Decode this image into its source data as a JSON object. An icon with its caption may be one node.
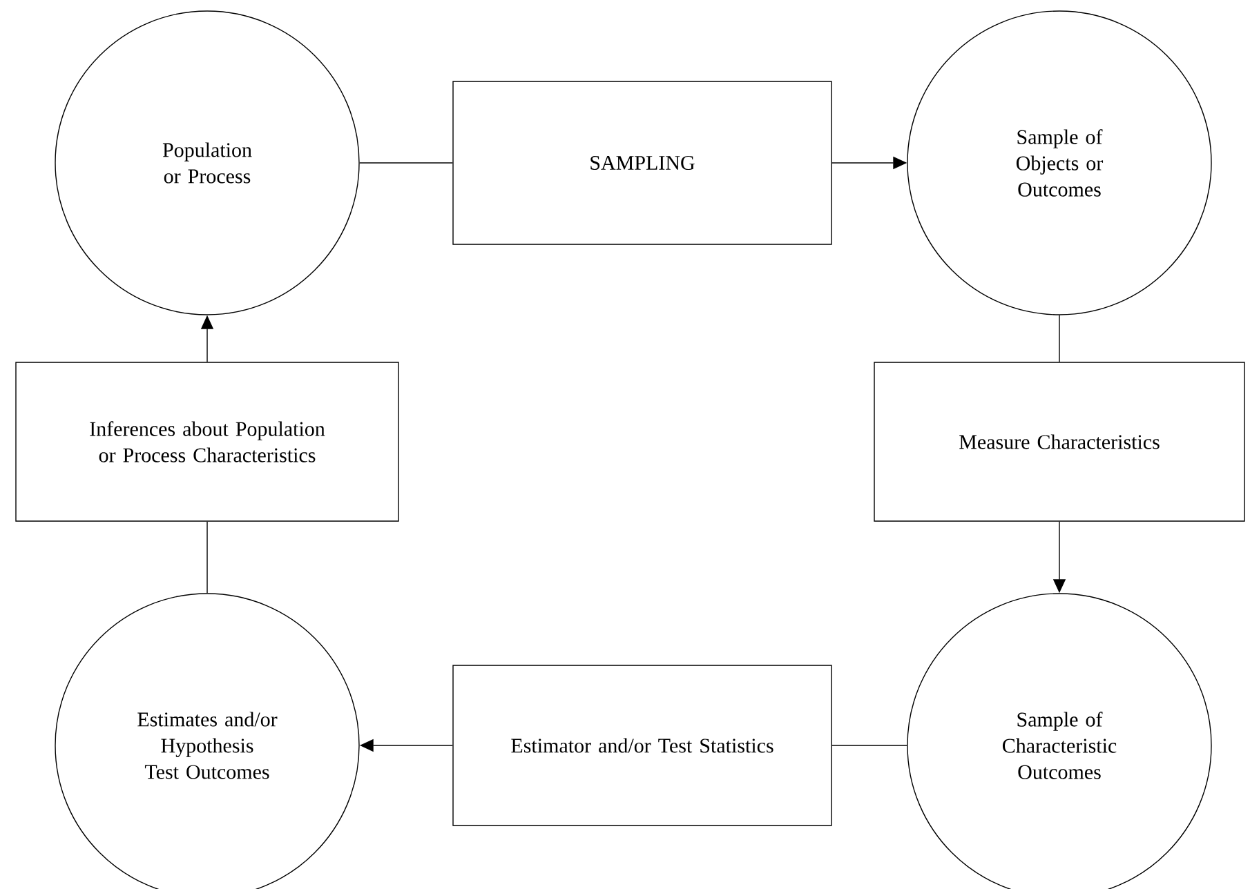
{
  "diagram": {
    "nodes": [
      {
        "text": [
          "Population or Process"
        ]
      },
      {
        "text": [
          "SAMPLING"
        ]
      },
      {
        "text": [
          "Sample of Objects or Outcomes"
        ]
      },
      {
        "text": [
          "Inferences about Population or Process Characteristics"
        ]
      },
      {
        "text": [
          "Measure Characteristics"
        ]
      },
      {
        "text": [
          "Estimates and/or Hypothesis Test Outcomes"
        ]
      },
      {
        "text": [
          "Estimator and/or Test Statistics"
        ]
      },
      {
        "text": [
          "Sample of Characteristic Outcomes"
        ]
      }
    ],
    "edges": [
      {
        "from": 0,
        "to": 1,
        "arrow": "none"
      },
      {
        "from": 1,
        "to": 2,
        "arrow": "to"
      },
      {
        "from": 2,
        "to": 4,
        "arrow": "none"
      },
      {
        "from": 4,
        "to": 7,
        "arrow": "to"
      },
      {
        "from": 7,
        "to": 6,
        "arrow": "none"
      },
      {
        "from": 6,
        "to": 5,
        "arrow": "to"
      },
      {
        "from": 5,
        "to": 3,
        "arrow": "none"
      },
      {
        "from": 3,
        "to": 0,
        "arrow": "to"
      }
    ]
  }
}
